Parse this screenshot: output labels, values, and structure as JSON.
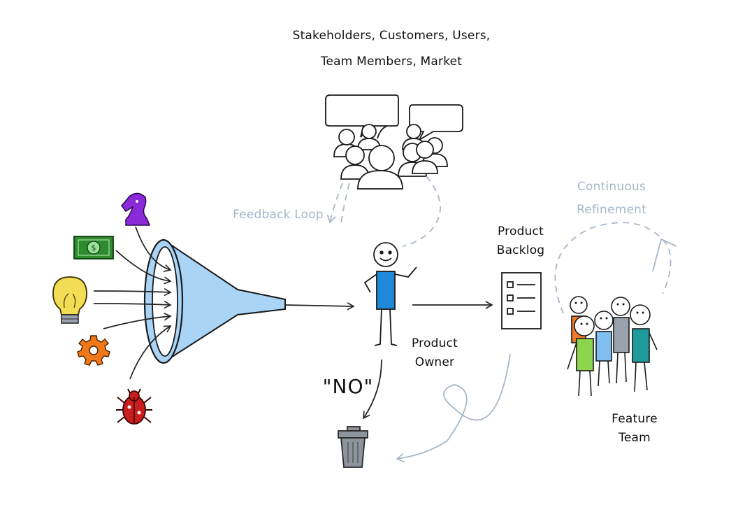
{
  "labels": {
    "stakeholders_line1": "Stakeholders, Customers, Users,",
    "stakeholders_line2": "Team Members, Market",
    "feedback_loop": "Feedback Loop",
    "continuous_line1": "Continuous",
    "continuous_line2": "Refinement",
    "product_backlog_line1": "Product",
    "product_backlog_line2": "Backlog",
    "product_owner_line1": "Product",
    "product_owner_line2": "Owner",
    "no": "\"NO\"",
    "feature_team_line1": "Feature",
    "feature_team_line2": "Team"
  },
  "colors": {
    "funnel": "#a9d4f5",
    "owner_shirt": "#1f88d8",
    "knight": "#8a2ad8",
    "money": "#2e8a2e",
    "bulb": "#f3dd55",
    "gear": "#f07818",
    "bug": "#c81e1e",
    "trash": "#8e949b",
    "soft_line": "#a7b6c8",
    "team_shirts": [
      "#f07a2a",
      "#8cd44c",
      "#7fbff0",
      "#9aa3ad",
      "#1f9a9a"
    ]
  },
  "icons": [
    "chess-knight-icon",
    "money-icon",
    "lightbulb-icon",
    "gear-icon",
    "bug-icon",
    "trash-icon"
  ]
}
